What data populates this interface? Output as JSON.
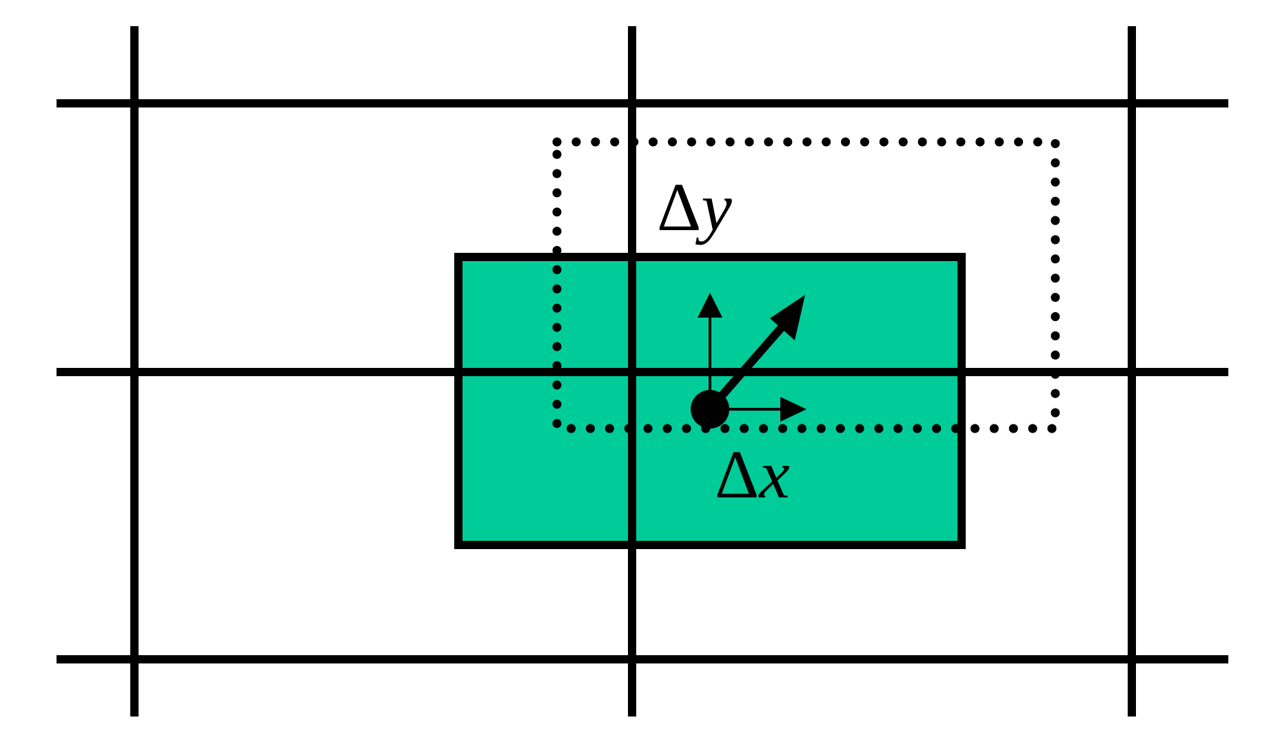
{
  "labels": {
    "dy_symbol": "Δ",
    "dy_var": "y",
    "dx_symbol": "Δ",
    "dx_var": "x"
  },
  "colors": {
    "line": "#000000",
    "cell_fill": "#00cc99",
    "background": "#ffffff"
  }
}
